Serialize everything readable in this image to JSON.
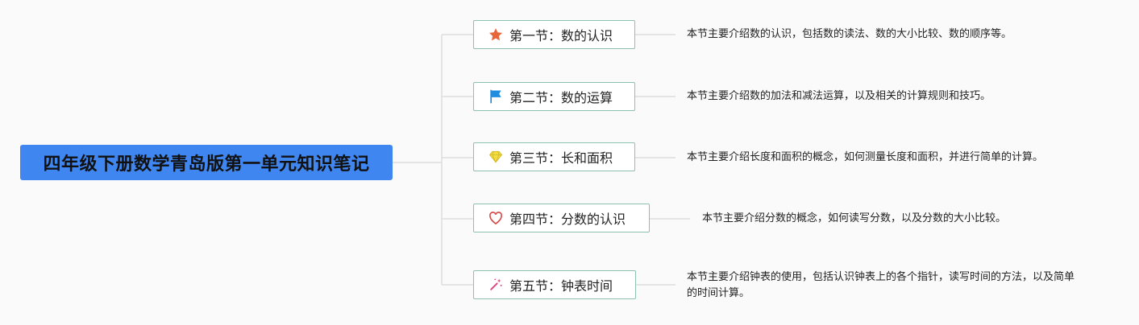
{
  "root": {
    "title": "四年级下册数学青岛版第一单元知识笔记"
  },
  "sections": [
    {
      "label": "第一节：数的认识",
      "icon": "star-icon",
      "description": "本节主要介绍数的认识，包括数的读法、数的大小比较、数的顺序等。"
    },
    {
      "label": "第二节：数的运算",
      "icon": "flag-icon",
      "description": "本节主要介绍数的加法和减法运算，以及相关的计算规则和技巧。"
    },
    {
      "label": "第三节：长和面积",
      "icon": "diamond-icon",
      "description": "本节主要介绍长度和面积的概念，如何测量长度和面积，并进行简单的计算。"
    },
    {
      "label": "第四节：分数的认识",
      "icon": "heart-icon",
      "description": "本节主要介绍分数的概念，如何读写分数，以及分数的大小比较。"
    },
    {
      "label": "第五节：钟表时间",
      "icon": "sparkle-wand-icon",
      "description": "本节主要介绍钟表的使用，包括认识钟表上的各个指针，读写时间的方法，以及简单的时间计算。"
    }
  ],
  "colors": {
    "root_bg": "#3f86f0",
    "node_border": "#8cc0b0",
    "connector": "#dddddd",
    "star": "#e8653a",
    "flag": "#1f8de0",
    "diamond": "#f2de3c",
    "heart": "#d84a4a",
    "wand": "#e0407a"
  }
}
